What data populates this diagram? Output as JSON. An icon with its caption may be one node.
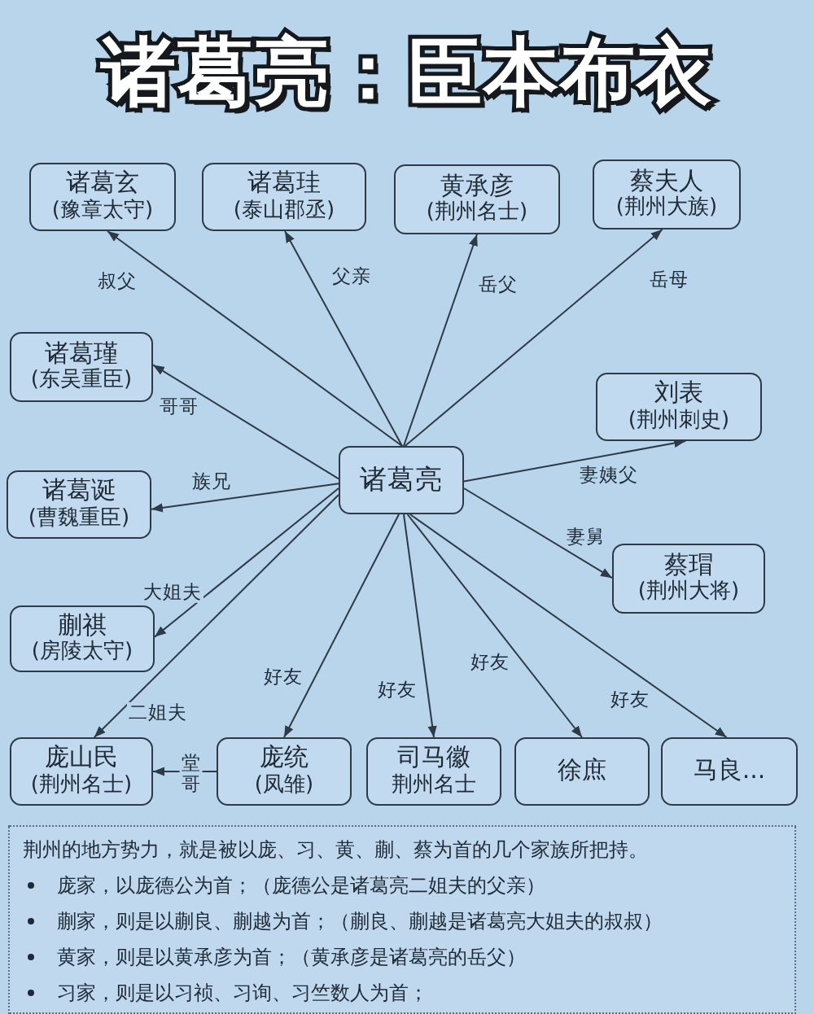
{
  "diagram": {
    "title": "诸葛亮：臣本布衣",
    "nodes": [
      {
        "text": [
          "诸葛玄",
          "(豫章太守)"
        ]
      },
      {
        "text": [
          "诸葛珪",
          "(泰山郡丞)"
        ]
      },
      {
        "text": [
          "黄承彦",
          "(荆州名士)"
        ]
      },
      {
        "text": [
          "蔡夫人",
          "(荆州大族)"
        ]
      },
      {
        "text": [
          "诸葛瑾",
          "(东吴重臣)"
        ]
      },
      {
        "text": [
          "刘表",
          "(荆州刺史)"
        ]
      },
      {
        "text": [
          "诸葛亮"
        ]
      },
      {
        "text": [
          "诸葛诞",
          "(曹魏重臣)"
        ]
      },
      {
        "text": [
          "蔡瑁",
          "(荆州大将)"
        ]
      },
      {
        "text": [
          "蒯祺",
          "(房陵太守)"
        ]
      },
      {
        "text": [
          "庞山民",
          "(荆州名士)"
        ]
      },
      {
        "text": [
          "庞统",
          "(凤雏)"
        ]
      },
      {
        "text": [
          "司马徽",
          "荆州名士"
        ]
      },
      {
        "text": [
          "徐庶"
        ]
      },
      {
        "text": [
          "马良..."
        ]
      },
      {
        "text": [
          "荆州的地方势力，就是被以庞、习、黄、蒯、蔡为首的几个家族所把持。",
          "庞家，以庞德公为首；（庞德公是诸葛亮二姐夫的父亲）",
          "蒯家，则是以蒯良、蒯越为首；（蒯良、蒯越是诸葛亮大姐夫的叔叔）",
          "黄家，则是以黄承彦为首；（黄承彦是诸葛亮的岳父）",
          "习家，则是以习祯、习询、习竺数人为首；"
        ]
      }
    ],
    "edges": [
      {
        "from": 6,
        "to": 0,
        "arrow": "to",
        "label": "叔父"
      },
      {
        "from": 6,
        "to": 1,
        "arrow": "to",
        "label": "父亲"
      },
      {
        "from": 6,
        "to": 2,
        "arrow": "to",
        "label": "岳父"
      },
      {
        "from": 6,
        "to": 3,
        "arrow": "to",
        "label": "岳母"
      },
      {
        "from": 6,
        "to": 4,
        "arrow": "to",
        "label": "哥哥"
      },
      {
        "from": 6,
        "to": 5,
        "arrow": "to",
        "label": "妻姨父"
      },
      {
        "from": 6,
        "to": 7,
        "arrow": "to",
        "label": "族兄"
      },
      {
        "from": 6,
        "to": 8,
        "arrow": "to",
        "label": "妻舅"
      },
      {
        "from": 6,
        "to": 9,
        "arrow": "to",
        "label": "大姐夫"
      },
      {
        "from": 6,
        "to": 10,
        "arrow": "to",
        "label": "二姐夫"
      },
      {
        "from": 6,
        "to": 11,
        "arrow": "to",
        "label": "好友"
      },
      {
        "from": 6,
        "to": 12,
        "arrow": "to",
        "label": "好友"
      },
      {
        "from": 6,
        "to": 13,
        "arrow": "to",
        "label": "好友"
      },
      {
        "from": 6,
        "to": 14,
        "arrow": "to",
        "label": "好友"
      },
      {
        "from": 11,
        "to": 10,
        "arrow": "to",
        "label": "堂哥"
      }
    ]
  }
}
